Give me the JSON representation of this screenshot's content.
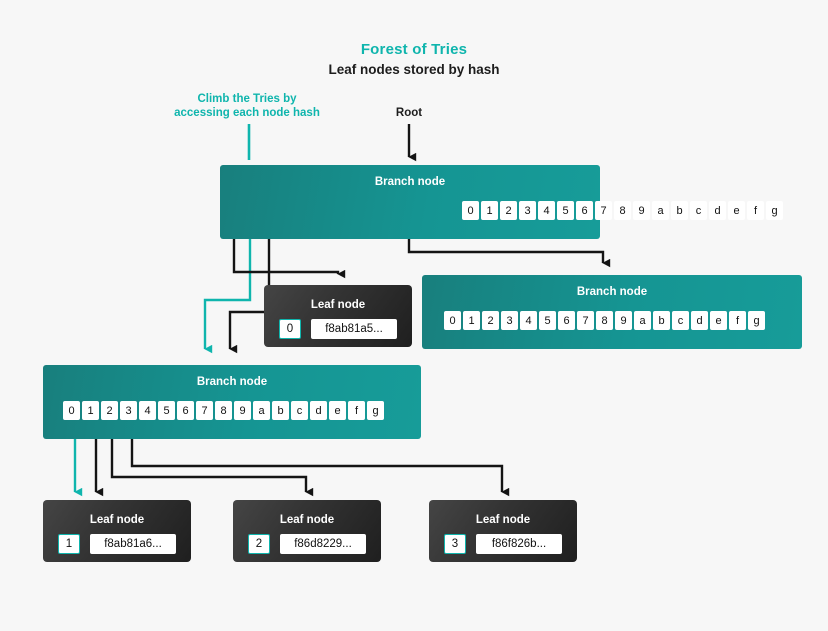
{
  "header": {
    "title": "Forest of Tries",
    "subtitle": "Leaf nodes stored by hash",
    "title_color": "#0fb5ad"
  },
  "annotations": [
    {
      "id": "climb",
      "text": "Climb the Tries by\naccessing each node hash",
      "color": "#0fb5ad"
    },
    {
      "id": "root",
      "text": "Root",
      "color": "#1d1d1d"
    }
  ],
  "nibbles": [
    "0",
    "1",
    "2",
    "3",
    "4",
    "5",
    "6",
    "7",
    "8",
    "9",
    "a",
    "b",
    "c",
    "d",
    "e",
    "f",
    "g"
  ],
  "nodes": {
    "branch_root": {
      "label": "Branch node",
      "cells": [
        "0",
        "1",
        "2",
        "3",
        "4",
        "5",
        "6",
        "7",
        "8",
        "9",
        "a",
        "b",
        "c",
        "d",
        "e",
        "f",
        "g"
      ]
    },
    "branch_right": {
      "label": "Branch node",
      "cells": [
        "0",
        "1",
        "2",
        "3",
        "4",
        "5",
        "6",
        "7",
        "8",
        "9",
        "a",
        "b",
        "c",
        "d",
        "e",
        "f",
        "g"
      ]
    },
    "branch_left": {
      "label": "Branch node",
      "cells": [
        "0",
        "1",
        "2",
        "3",
        "4",
        "5",
        "6",
        "7",
        "8",
        "9",
        "a",
        "b",
        "c",
        "d",
        "e",
        "f",
        "g"
      ]
    },
    "leaf_mid": {
      "label": "Leaf node",
      "key": "0",
      "hash": "f8ab81a5..."
    },
    "leaf_one": {
      "label": "Leaf node",
      "key": "1",
      "hash": "f8ab81a6..."
    },
    "leaf_two": {
      "label": "Leaf node",
      "key": "2",
      "hash": "f86d8229..."
    },
    "leaf_three": {
      "label": "Leaf node",
      "key": "3",
      "hash": "f86f826b..."
    }
  },
  "colors": {
    "accent_teal": "#0fb5ad",
    "branch_fill": "#17908e",
    "leaf_fill": "#2b2b2b",
    "wire_black": "#141414",
    "background": "#f7f7f7"
  }
}
